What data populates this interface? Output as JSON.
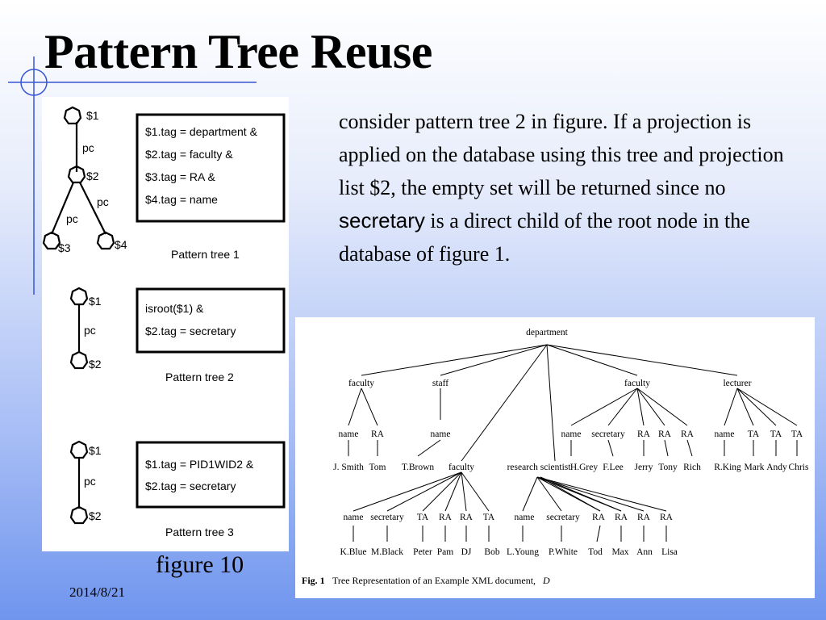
{
  "slide": {
    "title": "Pattern Tree Reuse",
    "body_before": "consider pattern tree 2 in figure. If a projection is applied on the database using this tree and projection list $2, the empty set will be returned since no ",
    "body_highlight": "secretary",
    "body_after": " is a direct child of the root node in the database of figure 1.",
    "figure_caption": "figure 10",
    "date": "2014/8/21"
  },
  "pattern_trees": {
    "tree1": {
      "n1": "$1",
      "n2": "$2",
      "n3": "$3",
      "n4": "$4",
      "e1": "pc",
      "e2": "pc",
      "e3": "pc",
      "cond": [
        "$1.tag = department &",
        "$2.tag = faculty &",
        "$3.tag = RA &",
        "$4.tag = name"
      ],
      "caption": "Pattern tree 1"
    },
    "tree2": {
      "n1": "$1",
      "n2": "$2",
      "e1": "pc",
      "cond": [
        "isroot($1) &",
        "$2.tag = secretary"
      ],
      "caption": "Pattern tree 2"
    },
    "tree3": {
      "n1": "$1",
      "n2": "$2",
      "e1": "pc",
      "cond": [
        "$1.tag = PID1WID2 &",
        "$2.tag = secretary"
      ],
      "caption": "Pattern tree 3"
    }
  },
  "xml_tree": {
    "root": "department",
    "faculty1": "faculty",
    "staff": "staff",
    "faculty2": "faculty",
    "lecturer": "lecturer",
    "f1_name": "name",
    "f1_ra": "RA",
    "f1_name_val": "J. Smith",
    "f1_ra_val": "Tom",
    "staff_name": "name",
    "tbrown": "T.Brown",
    "faculty3": "faculty",
    "research_scientist": "research scientist",
    "f2_name": "name",
    "f2_secretary": "secretary",
    "f2_ra1": "RA",
    "f2_ra2": "RA",
    "f2_ra3": "RA",
    "f2_name_val": "H.Grey",
    "f2_secretary_val": "F.Lee",
    "f2_ra1_val": "Jerry",
    "f2_ra2_val": "Tony",
    "f2_ra3_val": "Rich",
    "l_name": "name",
    "l_ta1": "TA",
    "l_ta2": "TA",
    "l_ta3": "TA",
    "l_name_val": "R.King",
    "l_ta1_val": "Mark",
    "l_ta2_val": "Andy",
    "l_ta3_val": "Chris",
    "f3_name": "name",
    "f3_secretary": "secretary",
    "f3_ta1": "TA",
    "f3_ra1": "RA",
    "f3_ra2": "RA",
    "f3_ta2": "TA",
    "f3_name_val": "K.Blue",
    "f3_secretary_val": "M.Black",
    "f3_ta1_val": "Peter",
    "f3_ra1_val": "Pam",
    "f3_ra2_val": "DJ",
    "f3_ta2_val": "Bob",
    "rs_name": "name",
    "rs_secretary": "secretary",
    "rs_ra1": "RA",
    "rs_ra2": "RA",
    "rs_ra3": "RA",
    "rs_ra4": "RA",
    "rs_name_val": "L.Young",
    "rs_secretary_val": "P.White",
    "rs_ra1_val": "Tod",
    "rs_ra2_val": "Max",
    "rs_ra3_val": "Ann",
    "rs_ra4_val": "Lisa",
    "fig_label": "Fig. 1",
    "fig_text": "Tree Representation of an Example XML document,",
    "fig_var": "D"
  },
  "colors": {
    "deco_line": "#3656d6",
    "background_top": "#ffffff",
    "background_bottom": "#6f95ee"
  }
}
